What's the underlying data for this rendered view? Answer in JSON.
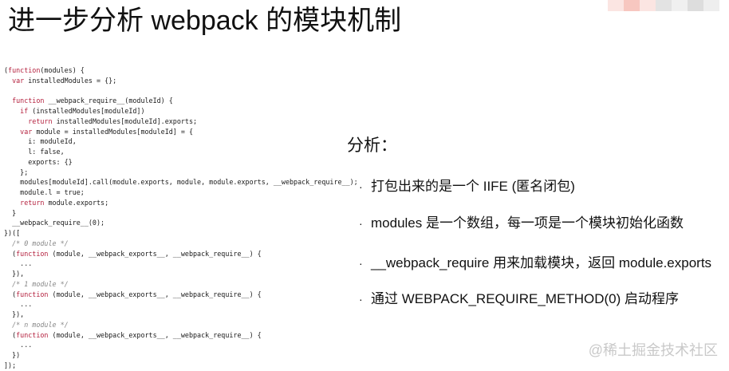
{
  "slide": {
    "title": "进一步分析 webpack 的模块机制",
    "analysis_heading": "分析：",
    "bullets": [
      "打包出来的是一个 IIFE (匿名闭包)",
      "modules 是一个数组，每一项是一个模块初始化函数",
      "__webpack_require 用来加载模块，返回 module.exports",
      "通过 WEBPACK_REQUIRE_METHOD(0) 启动程序"
    ],
    "watermark": "@稀土掘金技术社区"
  },
  "code": {
    "l1_kw": "function",
    "l1_rest": "(modules) {",
    "l2_kw": "var",
    "l2_rest": " installedModules = {};",
    "l4_kw": "function",
    "l4_rest": " __webpack_require__(moduleId) {",
    "l5_kw": "if",
    "l5_rest": " (installedModules[moduleId])",
    "l6_kw": "return",
    "l6_rest": " installedModules[moduleId].exports;",
    "l7_kw": "var",
    "l7_rest": " module = installedModules[moduleId] = {",
    "l8": "i: moduleId,",
    "l9": "l: false,",
    "l10": "exports: {}",
    "l11": "};",
    "l12": "modules[moduleId].call(module.exports, module, module.exports, __webpack_require__);",
    "l13": "module.l = true;",
    "l14_kw": "return",
    "l14_rest": " module.exports;",
    "l15": "}",
    "l16": "__webpack_require__(0);",
    "l17": "})([",
    "m0_comment": "/* 0 module */",
    "m1_comment": "/* 1 module */",
    "mn_comment": "/* n module */",
    "mod_kw": "function",
    "mod_rest": " (module, __webpack_exports__, __webpack_require__) {",
    "ellipsis": "...",
    "mod_close": "}),",
    "last_close": "})",
    "end": "]);"
  },
  "colors": {
    "keyword": "#b5223f",
    "comment": "#888888",
    "text": "#111111",
    "watermark": "#c9c9c9"
  }
}
